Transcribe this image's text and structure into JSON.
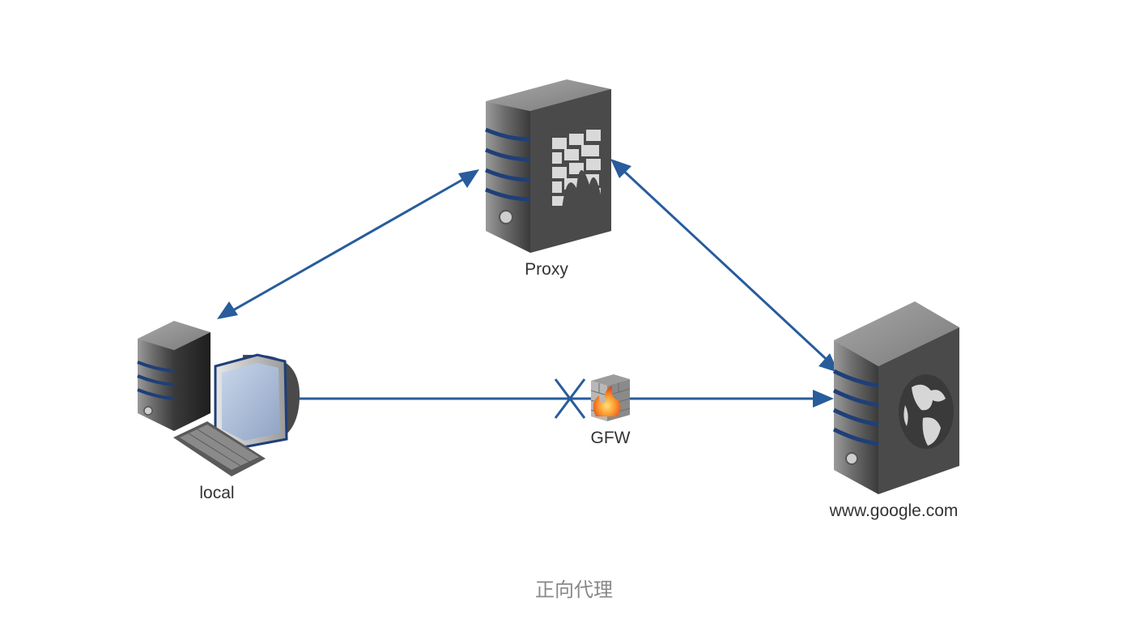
{
  "diagram": {
    "nodes": {
      "proxy": {
        "label": "Proxy",
        "icon": "firewall-server-icon"
      },
      "local": {
        "label": "local",
        "icon": "desktop-computer-icon"
      },
      "google": {
        "label": "www.google.com",
        "icon": "web-server-icon"
      },
      "gfw": {
        "label": "GFW",
        "icon": "firewall-icon"
      }
    },
    "edges": [
      {
        "from": "local",
        "to": "proxy",
        "style": "bidirectional"
      },
      {
        "from": "proxy",
        "to": "google",
        "style": "bidirectional"
      },
      {
        "from": "local",
        "to": "google",
        "style": "blocked"
      }
    ],
    "caption": "正向代理"
  },
  "colors": {
    "arrow": "#285c9c",
    "blocked_mark": "#285c9c",
    "label_text": "#333333",
    "caption_text": "#888888"
  }
}
